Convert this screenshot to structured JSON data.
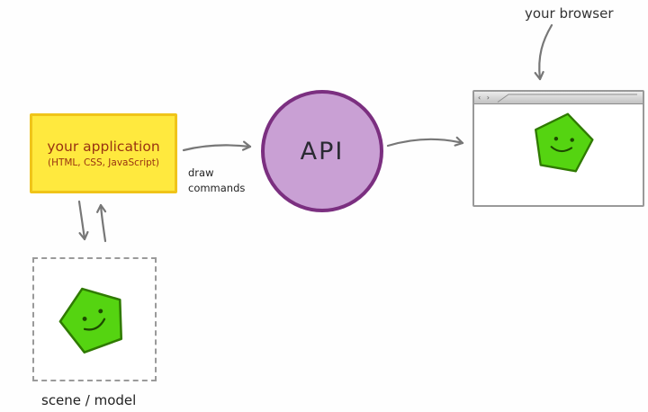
{
  "labels": {
    "your_browser": "your browser",
    "app_title": "your application",
    "app_subtitle": "(HTML, CSS, JavaScript)",
    "draw_commands": "draw commands",
    "api": "API",
    "scene_model": "scene / model"
  },
  "browser_chrome": {
    "nav_icons": "‹ ›"
  },
  "icons": {
    "scene_pentagon": "pentagon-smiley",
    "browser_pentagon": "pentagon-smiley"
  },
  "colors": {
    "app_box_fill": "#ffe93e",
    "app_box_border": "#f0c419",
    "app_text": "#993311",
    "api_fill": "#c9a0d4",
    "api_border": "#7b2f80",
    "pentagon_fill": "#55d411",
    "pentagon_stroke": "#2f7a00",
    "face": "#1c4a00",
    "arrow": "#777777",
    "label_text": "#222222"
  }
}
